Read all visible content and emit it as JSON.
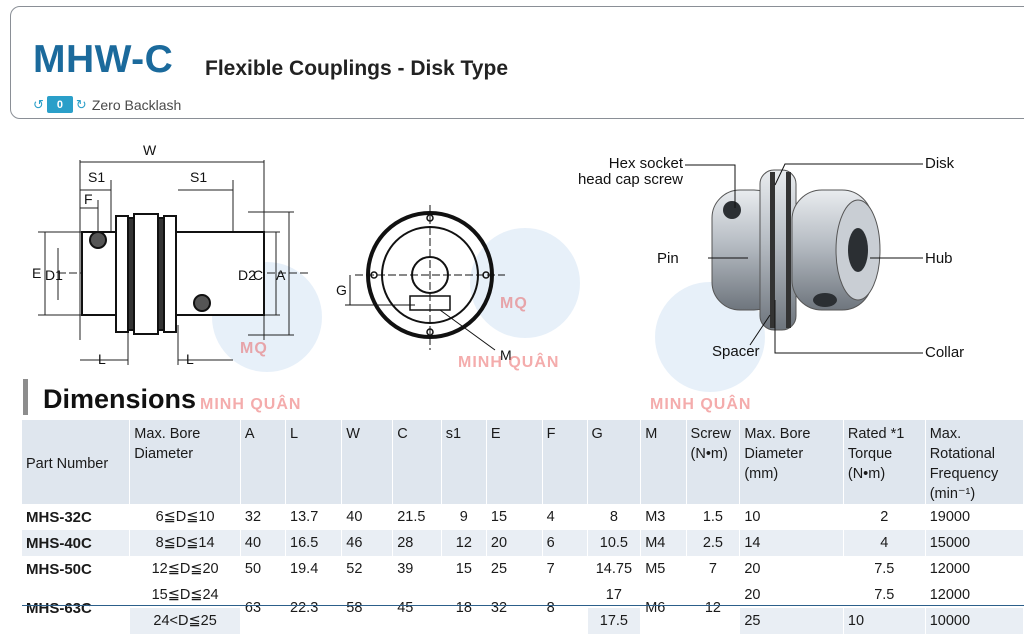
{
  "header": {
    "model": "MHW-C",
    "subtitle": "Flexible Couplings  -  Disk Type",
    "badge_value": "0",
    "badge_label": "Zero Backlash"
  },
  "drawing": {
    "labels": {
      "W": "W",
      "S1": "S1",
      "S1b": "S1",
      "F": "F",
      "E": "E",
      "D1": "D1",
      "D2": "D2",
      "C": "C",
      "A": "A",
      "L": "L",
      "Lb": "L",
      "G": "G",
      "M": "M"
    }
  },
  "photo_callouts": {
    "screw": "Hex socket\nhead cap screw",
    "disk": "Disk",
    "pin": "Pin",
    "hub": "Hub",
    "spacer": "Spacer",
    "collar": "Collar"
  },
  "section_title": "Dimensions",
  "watermark": {
    "brand": "MQ",
    "name": "MINH QUÂN"
  },
  "table": {
    "headers": {
      "part_number": "Part Number",
      "bore": "Max. Bore\nDiameter",
      "A": "A",
      "L": "L",
      "W": "W",
      "C": "C",
      "s1": "s1",
      "E": "E",
      "F": "F",
      "G": "G",
      "M": "M",
      "screw": "Screw\n(N•m)",
      "bore_mm": "Max. Bore\nDiameter\n(mm)",
      "torque": "Rated *1\nTorque\n(N•m)",
      "freq": "Max.\nRotational\nFrequency\n(min⁻¹)"
    },
    "rows": [
      {
        "part": "MHS-32C",
        "bore": "6≦D≦10",
        "A": "32",
        "L": "13.7",
        "W": "40",
        "C": "21.5",
        "s1": "9",
        "E": "15",
        "F": "4",
        "G": "8",
        "M": "M3",
        "screw": "1.5",
        "bore_mm": "10",
        "torque": "2",
        "freq": "19000"
      },
      {
        "part": "MHS-40C",
        "bore": "8≦D≦14",
        "A": "40",
        "L": "16.5",
        "W": "46",
        "C": "28",
        "s1": "12",
        "E": "20",
        "F": "6",
        "G": "10.5",
        "M": "M4",
        "screw": "2.5",
        "bore_mm": "14",
        "torque": "4",
        "freq": "15000"
      },
      {
        "part": "MHS-50C",
        "bore": "12≦D≦20",
        "A": "50",
        "L": "19.4",
        "W": "52",
        "C": "39",
        "s1": "15",
        "E": "25",
        "F": "7",
        "G": "14.75",
        "M": "M5",
        "screw": "7",
        "bore_mm": "20",
        "torque": "7.5",
        "freq": "12000"
      },
      {
        "part": "MHS-63C",
        "bore": "15≦D≦24",
        "bore2": "24<D≦25",
        "A": "63",
        "L": "22.3",
        "W": "58",
        "C": "45",
        "s1": "18",
        "E": "32",
        "F": "8",
        "G": "17",
        "G2": "17.5",
        "M": "M6",
        "screw": "12",
        "bore_mm": "20",
        "bore_mm2": "25",
        "torque": "7.5",
        "torque2": "10",
        "freq": "12000",
        "freq2": "10000"
      }
    ]
  }
}
